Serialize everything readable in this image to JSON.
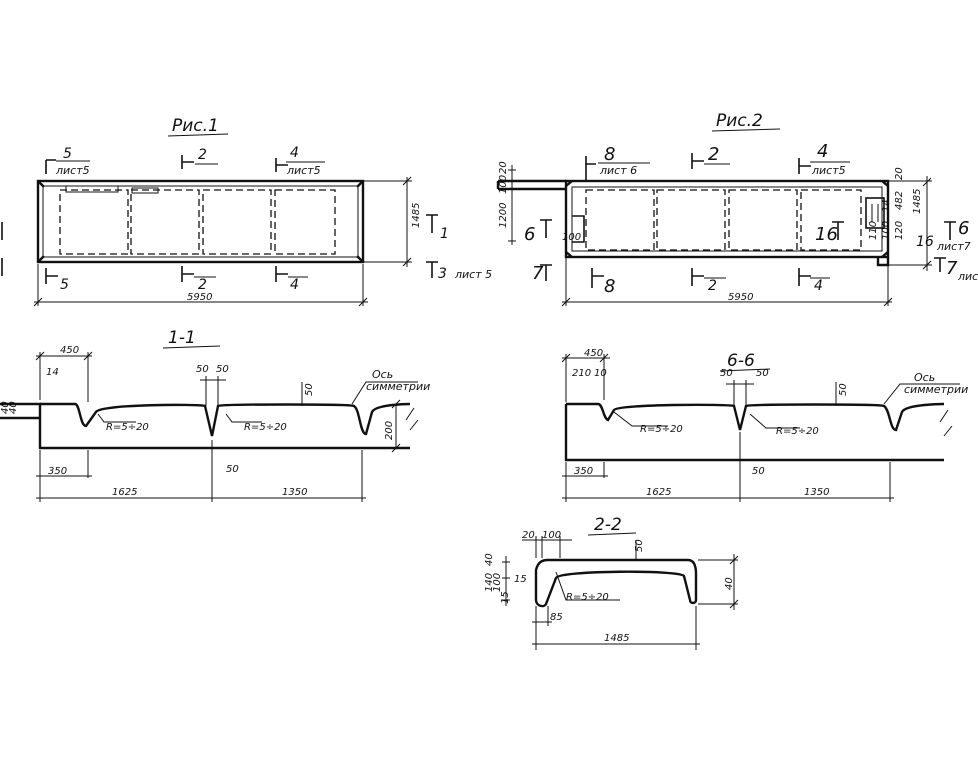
{
  "figures": {
    "fig1": {
      "title": "Рис.1",
      "cut5_num": "5",
      "cut5_ref": "лист5",
      "cut2_top": "2",
      "cut4_num": "4",
      "cut4_ref": "лист5",
      "cut5_bottom": "5",
      "cut2_bottom": "2",
      "cut4_bottom": "4",
      "cut1": "1",
      "cut3": "3",
      "cut3_ref": "лист 5",
      "dim_length": "5950",
      "dim_width": "1485"
    },
    "fig2": {
      "title": "Рис.2",
      "cut8_num": "8",
      "cut8_ref": "лист 6",
      "cut2_top": "2",
      "cut4_num": "4",
      "cut4_ref": "лист5",
      "cut6_left": "6",
      "cut7_left": "7",
      "cut8_bottom": "8",
      "cut2_bottom": "2",
      "cut4_bottom": "4",
      "cut16_in": "16",
      "cut6_right": "6",
      "cut6_ref": "лист7",
      "cut16_right": "16",
      "cut7_right": "7",
      "cut7_ref": "лис",
      "dim_length": "5950",
      "dim_width": "1485",
      "dim_l_1200": "1200",
      "dim_l_100": "100",
      "dim_l_20": "20",
      "dim_l_100b": "100",
      "dim_r_20": "20",
      "dim_r_482": "482",
      "dim_r_14": "14",
      "dim_r_110": "110",
      "dim_r_100": "100",
      "dim_r_120": "120"
    },
    "sec11": {
      "title": "1-1",
      "d450": "450",
      "d14": "14",
      "d50a": "50",
      "d50b": "50",
      "d50c": "50",
      "d200": "200",
      "d350": "350",
      "d50bot": "50",
      "d1625": "1625",
      "d1350": "1350",
      "r1": "R=5÷20",
      "r2": "R=5÷20",
      "axis1": "Ось",
      "axis2": "симметрии",
      "dl1": "40",
      "dl2": "40"
    },
    "sec66": {
      "title": "6-6",
      "d450": "450",
      "d210": "210",
      "d10": "10",
      "d50a": "50",
      "d50b": "50",
      "d50c": "50",
      "d350": "350",
      "d50bot": "50",
      "d1625": "1625",
      "d1350": "1350",
      "r1": "R=5÷20",
      "r2": "R=5÷20",
      "axis1": "Ось",
      "axis2": "симметрии"
    },
    "sec22": {
      "title": "2-2",
      "d20": "20",
      "d100": "100",
      "d50": "50",
      "d15": "15",
      "d40": "40",
      "d15b": "15",
      "d140": "140",
      "d100l": "100",
      "d40b": "40",
      "r": "R=5÷20",
      "d85": "85",
      "d1485": "1485"
    }
  }
}
